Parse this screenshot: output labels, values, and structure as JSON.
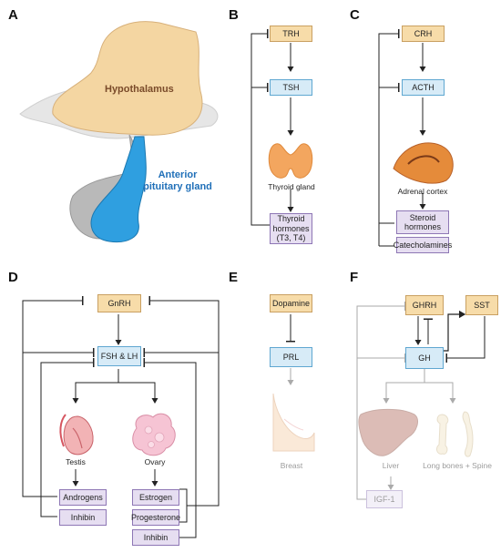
{
  "panels": {
    "a": "A",
    "b": "B",
    "c": "C",
    "d": "D",
    "e": "E",
    "f": "F"
  },
  "panel_a": {
    "hypothalamus": "Hypothalamus",
    "anterior_line1": "Anterior",
    "anterior_line2": "pituitary gland"
  },
  "panel_b": {
    "trh": "TRH",
    "tsh": "TSH",
    "gland": "Thyroid gland",
    "hormones_line1": "Thyroid",
    "hormones_line2": "hormones",
    "hormones_line3": "(T3, T4)"
  },
  "panel_c": {
    "crh": "CRH",
    "acth": "ACTH",
    "gland": "Adrenal cortex",
    "steroid_line1": "Steroid",
    "steroid_line2": "hormones",
    "catecholamines": "Catecholamines"
  },
  "panel_d": {
    "gnrh": "GnRH",
    "fsh_lh": "FSH & LH",
    "testis": "Testis",
    "ovary": "Ovary",
    "androgens": "Androgens",
    "inhibin_m": "Inhibin",
    "estrogen": "Estrogen",
    "progesterone": "Progesterone",
    "inhibin_f": "Inhibin"
  },
  "panel_e": {
    "dopamine": "Dopamine",
    "prl": "PRL",
    "breast": "Breast"
  },
  "panel_f": {
    "ghrh": "GHRH",
    "sst": "SST",
    "gh": "GH",
    "liver": "Liver",
    "bones": "Long bones + Spine",
    "igf": "IGF-1"
  },
  "colors": {
    "hormone_fill": "#f7dca9",
    "pituitary_fill": "#d7ebf7",
    "target_fill": "#e6def1",
    "arrow": "#222222",
    "faded": "#aaaaaa"
  }
}
